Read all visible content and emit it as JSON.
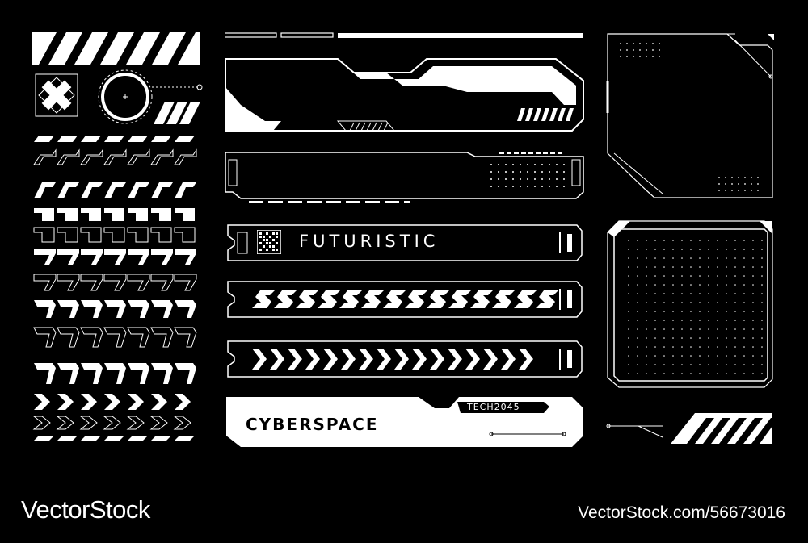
{
  "labels": {
    "futuristic": "FUTURISTIC",
    "cyberspace": "CYBERSPACE",
    "tech": "TECH2045"
  },
  "watermark": {
    "brand": "VectorStock",
    "id_text": "VectorStock.com/56673016"
  },
  "colors": {
    "background": "#000000",
    "foreground": "#ffffff"
  },
  "icons": [
    "cross-icon",
    "target-circle-icon",
    "slash-stripes-icon",
    "qr-code-icon"
  ]
}
